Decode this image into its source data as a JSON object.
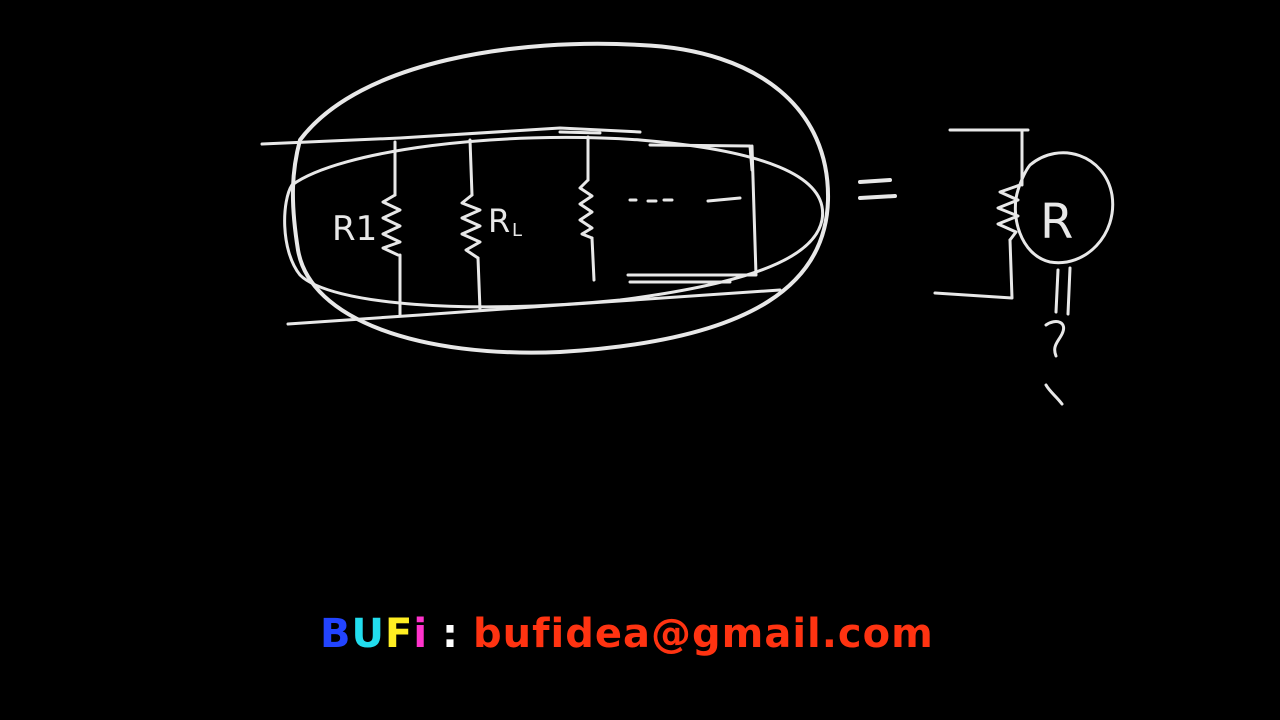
{
  "diagram": {
    "labels": {
      "r1": "R1",
      "r2": "R",
      "r2_sub": "L",
      "ellipsis": "... -",
      "equals": "=",
      "req": "R",
      "question": "?"
    }
  },
  "footer": {
    "brand_letters": [
      {
        "char": "B",
        "color": "#2244ff"
      },
      {
        "char": "U",
        "color": "#22ddee"
      },
      {
        "char": "F",
        "color": "#ffee22"
      },
      {
        "char": "i",
        "color": "#ff33cc"
      }
    ],
    "separator": ":",
    "email": "bufidea@gmail.com",
    "email_color": "#ff3311"
  }
}
